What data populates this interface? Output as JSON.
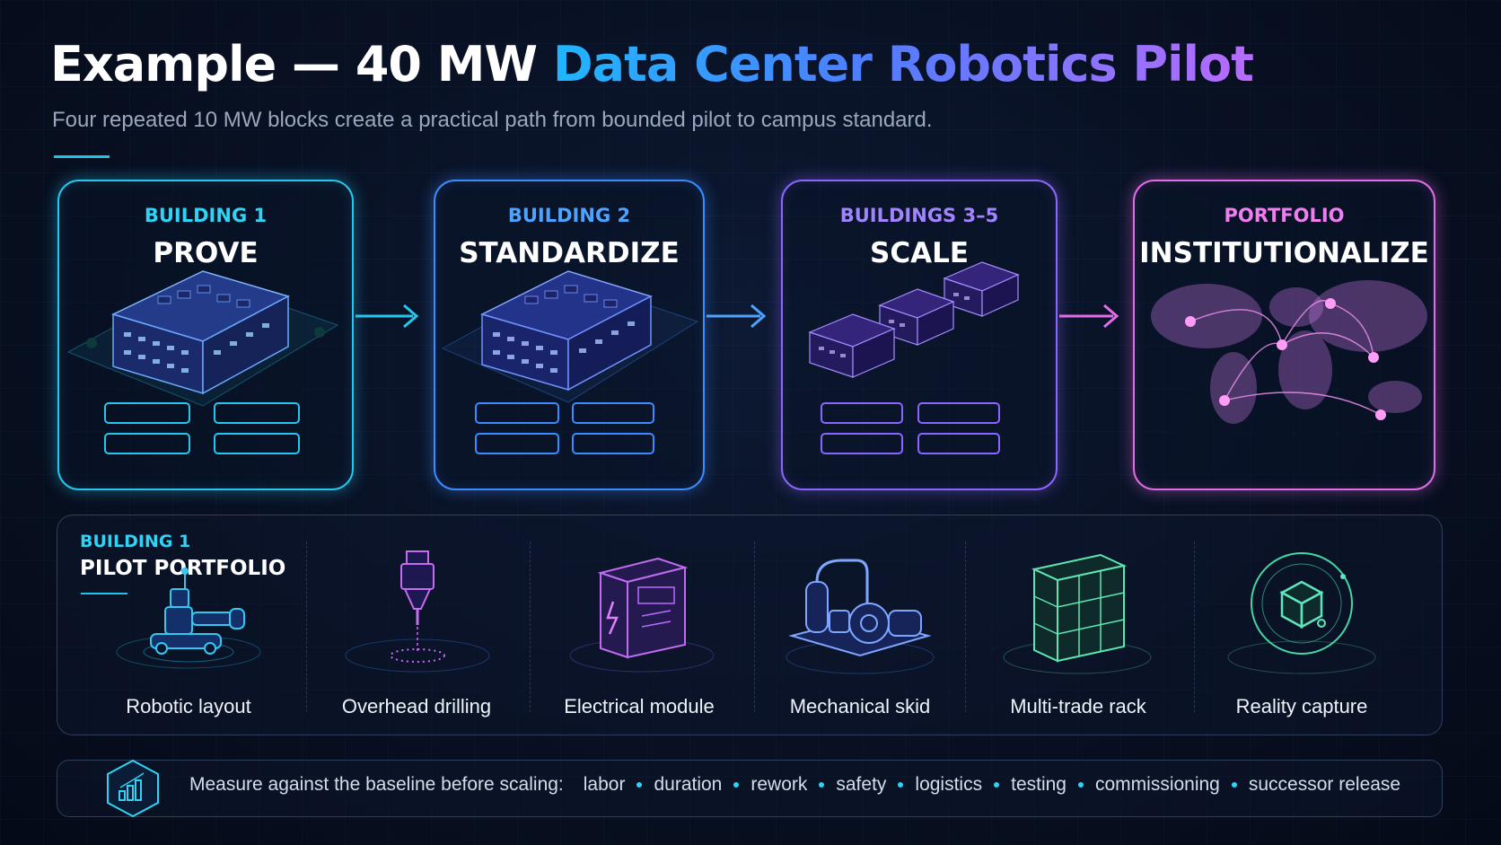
{
  "header": {
    "title_prefix": "Example — 40 MW ",
    "title_highlight": "Data Center Robotics Pilot",
    "subtitle": "Four repeated 10 MW blocks create a practical path from bounded pilot to campus standard."
  },
  "stages": [
    {
      "eyebrow": "BUILDING 1",
      "name": "PROVE",
      "color": "#26c6ee"
    },
    {
      "eyebrow": "BUILDING 2",
      "name": "STANDARDIZE",
      "color": "#3d8cff"
    },
    {
      "eyebrow": "BUILDINGS 3–5",
      "name": "SCALE",
      "color": "#8a66ff"
    },
    {
      "eyebrow": "PORTFOLIO",
      "name": "INSTITUTIONALIZE",
      "color": "#e36ce8"
    }
  ],
  "pilot": {
    "eyebrow": "BUILDING 1",
    "title": "PILOT PORTFOLIO",
    "items": [
      {
        "label": "Robotic layout",
        "icon": "robot-arm-icon"
      },
      {
        "label": "Overhead drilling",
        "icon": "drill-icon"
      },
      {
        "label": "Electrical module",
        "icon": "electrical-cabinet-icon"
      },
      {
        "label": "Mechanical skid",
        "icon": "pump-skid-icon"
      },
      {
        "label": "Multi-trade rack",
        "icon": "rack-icon"
      },
      {
        "label": "Reality capture",
        "icon": "scan-cube-icon"
      }
    ]
  },
  "measure": {
    "lead": "Measure against the baseline before scaling:",
    "metrics": [
      "labor",
      "duration",
      "rework",
      "safety",
      "logistics",
      "testing",
      "commissioning",
      "successor release"
    ],
    "icon": "bar-chart-hexagon-icon"
  }
}
